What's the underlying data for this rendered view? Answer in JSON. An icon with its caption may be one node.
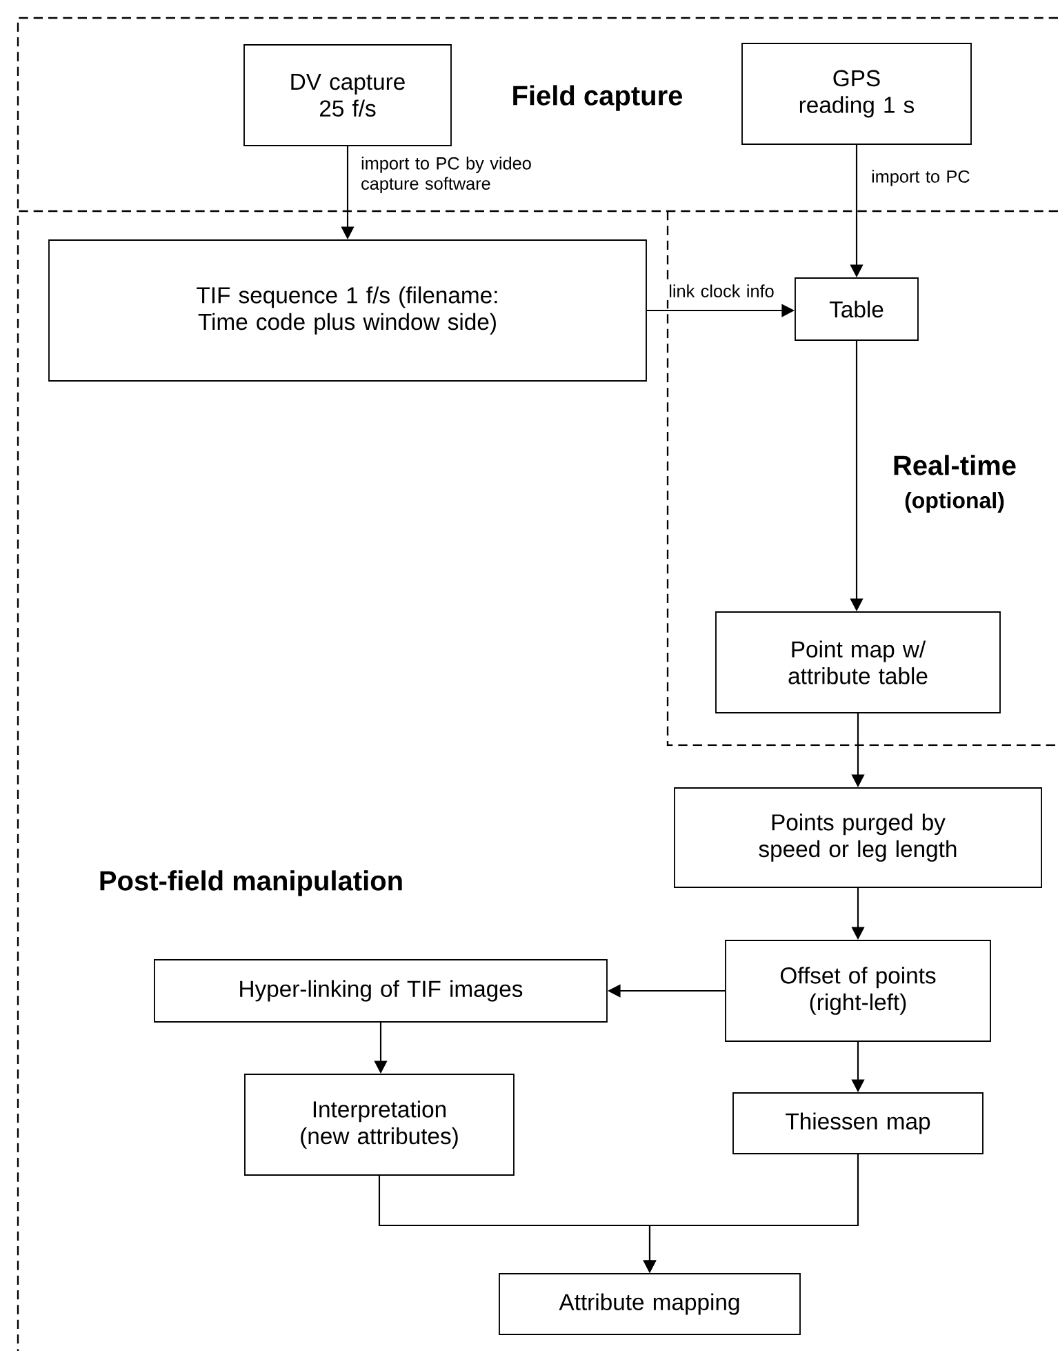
{
  "diagram": {
    "nodes": [
      {
        "text": [
          "Field capture"
        ]
      },
      {
        "text": [
          "DV capture 25 f/s"
        ],
        "in": 0
      },
      {
        "text": [
          "GPS reading 1 s"
        ],
        "in": 0
      },
      {
        "text": [
          "Post-field manipulation"
        ]
      },
      {
        "text": [
          "TIF sequence 1 f/s (filename: Time code plus window side)"
        ],
        "in": 3
      },
      {
        "text": [
          "Real-time",
          "(optional)"
        ],
        "in": 3
      },
      {
        "text": [
          "Table"
        ],
        "in": 5
      },
      {
        "text": [
          "Point map w/ attribute table"
        ],
        "in": 5
      },
      {
        "text": [
          "Points purged by speed or leg length"
        ],
        "in": 3
      },
      {
        "text": [
          "Offset of points (right-left)"
        ],
        "in": 3
      },
      {
        "text": [
          "Hyper-linking of TIF images"
        ],
        "in": 3
      },
      {
        "text": [
          "Interpretation (new attributes)"
        ],
        "in": 3
      },
      {
        "text": [
          "Thiessen map"
        ],
        "in": 3
      },
      {
        "text": [
          "Attribute mapping"
        ],
        "in": 3
      }
    ],
    "edges": [
      {
        "from": 1,
        "to": 4,
        "arrow": "to",
        "label": "import to PC by video capture software"
      },
      {
        "from": 2,
        "to": 6,
        "arrow": "to",
        "label": "import to PC"
      },
      {
        "from": 4,
        "to": 6,
        "arrow": "to",
        "label": "link clock info"
      },
      {
        "from": 6,
        "to": 7,
        "arrow": "to"
      },
      {
        "from": 7,
        "to": 8,
        "arrow": "to"
      },
      {
        "from": 8,
        "to": 9,
        "arrow": "to"
      },
      {
        "from": 9,
        "to": 10,
        "arrow": "to"
      },
      {
        "from": 10,
        "to": 11,
        "arrow": "to"
      },
      {
        "from": 9,
        "to": 12,
        "arrow": "to"
      },
      {
        "from": 11,
        "to": 13,
        "arrow": "to"
      },
      {
        "from": 12,
        "to": 13,
        "arrow": "to"
      }
    ]
  }
}
